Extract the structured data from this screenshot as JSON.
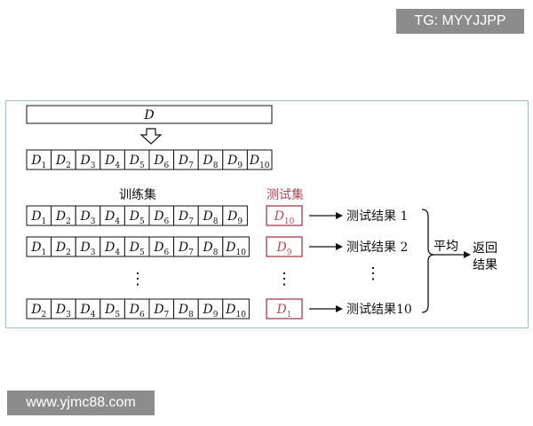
{
  "watermark_top": "TG: MYYJJPP",
  "watermark_bottom": "www.yjmc88.com",
  "dataset_label": "D",
  "full_row": [
    "1",
    "2",
    "3",
    "4",
    "5",
    "6",
    "7",
    "8",
    "9",
    "10"
  ],
  "train_label": "训练集",
  "test_label": "测试集",
  "rows": [
    {
      "train": [
        "1",
        "2",
        "3",
        "4",
        "5",
        "6",
        "7",
        "8",
        "9"
      ],
      "test": "10",
      "result": "测试结果 1"
    },
    {
      "train": [
        "1",
        "2",
        "3",
        "4",
        "5",
        "6",
        "7",
        "8",
        "10"
      ],
      "test": "9",
      "result": "测试结果 2"
    },
    {
      "train": [
        "2",
        "3",
        "4",
        "5",
        "6",
        "7",
        "8",
        "9",
        "10"
      ],
      "test": "1",
      "result": "测试结果10"
    }
  ],
  "ellipsis": "⋮",
  "average_label": "平均",
  "return_label_line1": "返回",
  "return_label_line2": "结果",
  "colors": {
    "accent": "#b04a55",
    "border": "#111111",
    "panel_border": "#9cc3d6"
  }
}
